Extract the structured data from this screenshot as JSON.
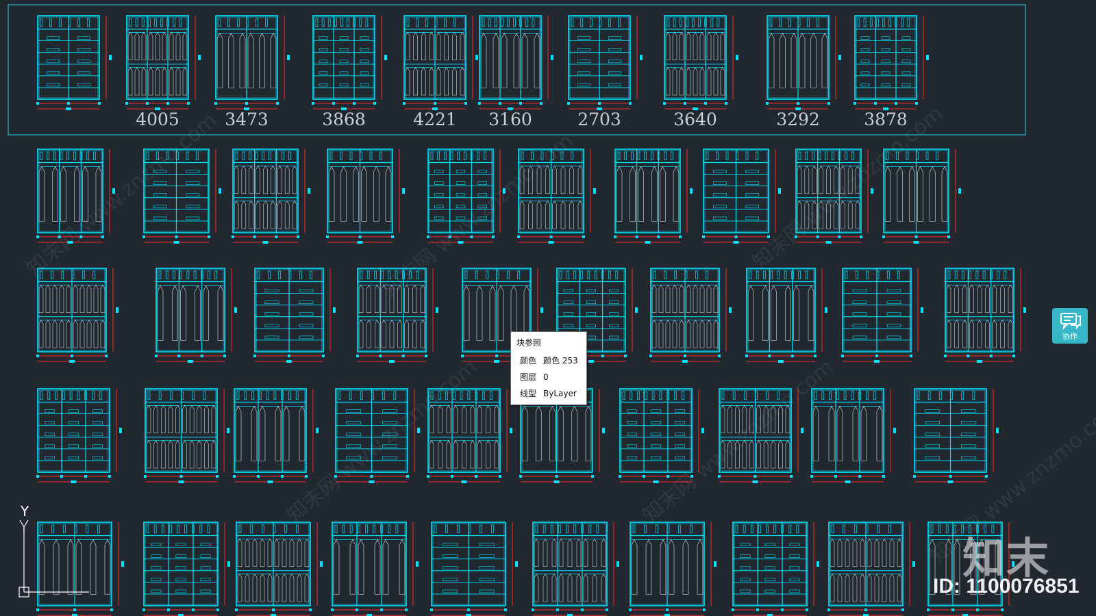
{
  "row1_labels": [
    "4005",
    "3473",
    "3868",
    "4221",
    "3160",
    "2703",
    "3640",
    "3292",
    "3878"
  ],
  "tooltip": {
    "title": "块参照",
    "rows": [
      {
        "key": "颜色",
        "value": "颜色 253"
      },
      {
        "key": "图层",
        "value": "0"
      },
      {
        "key": "线型",
        "value": "ByLayer"
      }
    ]
  },
  "ucs": {
    "y_label": "Y"
  },
  "collab_button": {
    "label": "协作",
    "icon": "chat-icon"
  },
  "watermark": {
    "logo": "知末",
    "id": "ID: 1100076851",
    "diagonal": [
      "知末网 www.znzmo.com",
      "知末网 www.znzmo.com",
      "知末网 www.znzmo.com",
      "知末网 www.znzmo.com",
      "知末网 www.znzmo.com",
      "知末网 www.znzmo.com"
    ]
  },
  "colors": {
    "background": "#212830",
    "wardrobe_stroke": "#00e5ff",
    "dimension": "#ff2a2a",
    "highlight_frame": "#2ad4e0",
    "text": "#c9d0d8"
  }
}
